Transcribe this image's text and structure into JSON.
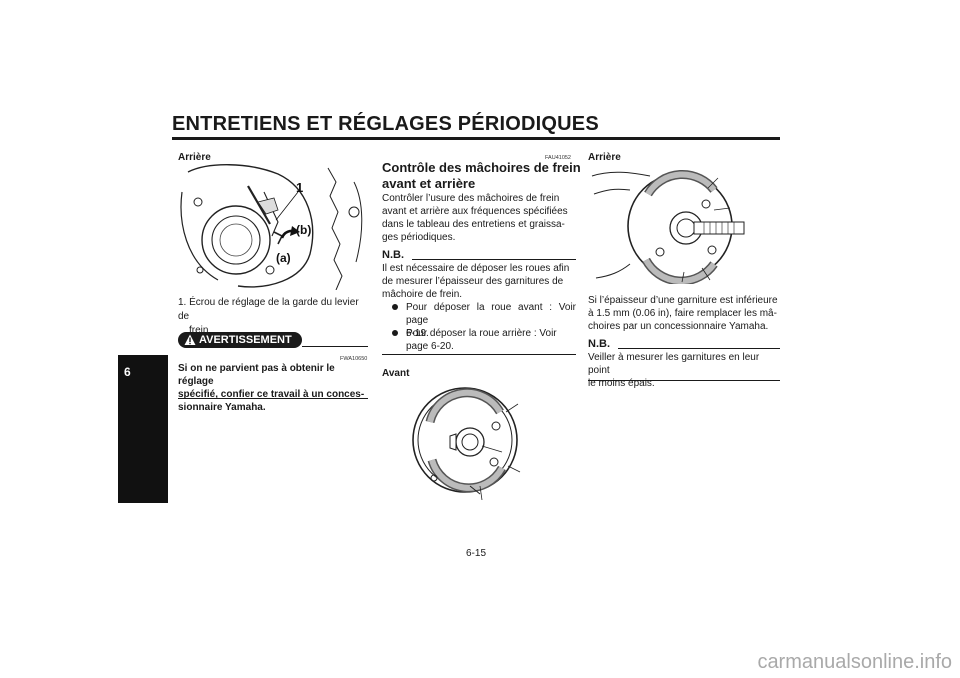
{
  "header": {
    "title": "ENTRETIENS ET RÉGLAGES PÉRIODIQUES"
  },
  "chapter_tab": "6",
  "left_col": {
    "heading": "Arrière",
    "figure_labels": {
      "num": "1",
      "a": "(a)",
      "b": "(b)"
    },
    "caption": [
      "1. Écrou de réglage de la garde du levier de",
      "frein"
    ],
    "warning_label": "AVERTISSEMENT",
    "warning_code": "FWA10650",
    "warning_text": [
      "Si on ne parvient pas à obtenir le réglage",
      "spécifié, confier ce travail à un conces-",
      "sionnaire Yamaha."
    ]
  },
  "mid_col": {
    "code": "FAU41052",
    "heading": [
      "Contrôle des mâchoires de frein",
      "avant et arrière"
    ],
    "para": [
      "Contrôler l’usure des mâchoires de frein",
      "avant et arrière aux fréquences spécifiées",
      "dans le tableau des entretiens et graissa-",
      "ges périodiques."
    ],
    "nb_label": "N.B.",
    "nb_text": [
      "Il est nécessaire de déposer les roues afin",
      "de mesurer l’épaisseur des garnitures de",
      "mâchoire de frein."
    ],
    "bullets": [
      [
        "Pour déposer la roue avant : Voir page",
        "6-19."
      ],
      [
        "Pour déposer la roue arrière : Voir",
        "page 6-20."
      ]
    ],
    "sub_heading": "Avant"
  },
  "right_col": {
    "heading": "Arrière",
    "para": [
      "Si l’épaisseur d’une garniture est inférieure",
      "à 1.5 mm (0.06 in), faire remplacer les mâ-",
      "choires par un concessionnaire Yamaha."
    ],
    "nb_label": "N.B.",
    "nb_text": [
      "Veiller à mesurer les garnitures en leur point",
      "le moins épais."
    ]
  },
  "footer": {
    "page_number": "6-15"
  },
  "watermark": "carmanualsonline.info"
}
